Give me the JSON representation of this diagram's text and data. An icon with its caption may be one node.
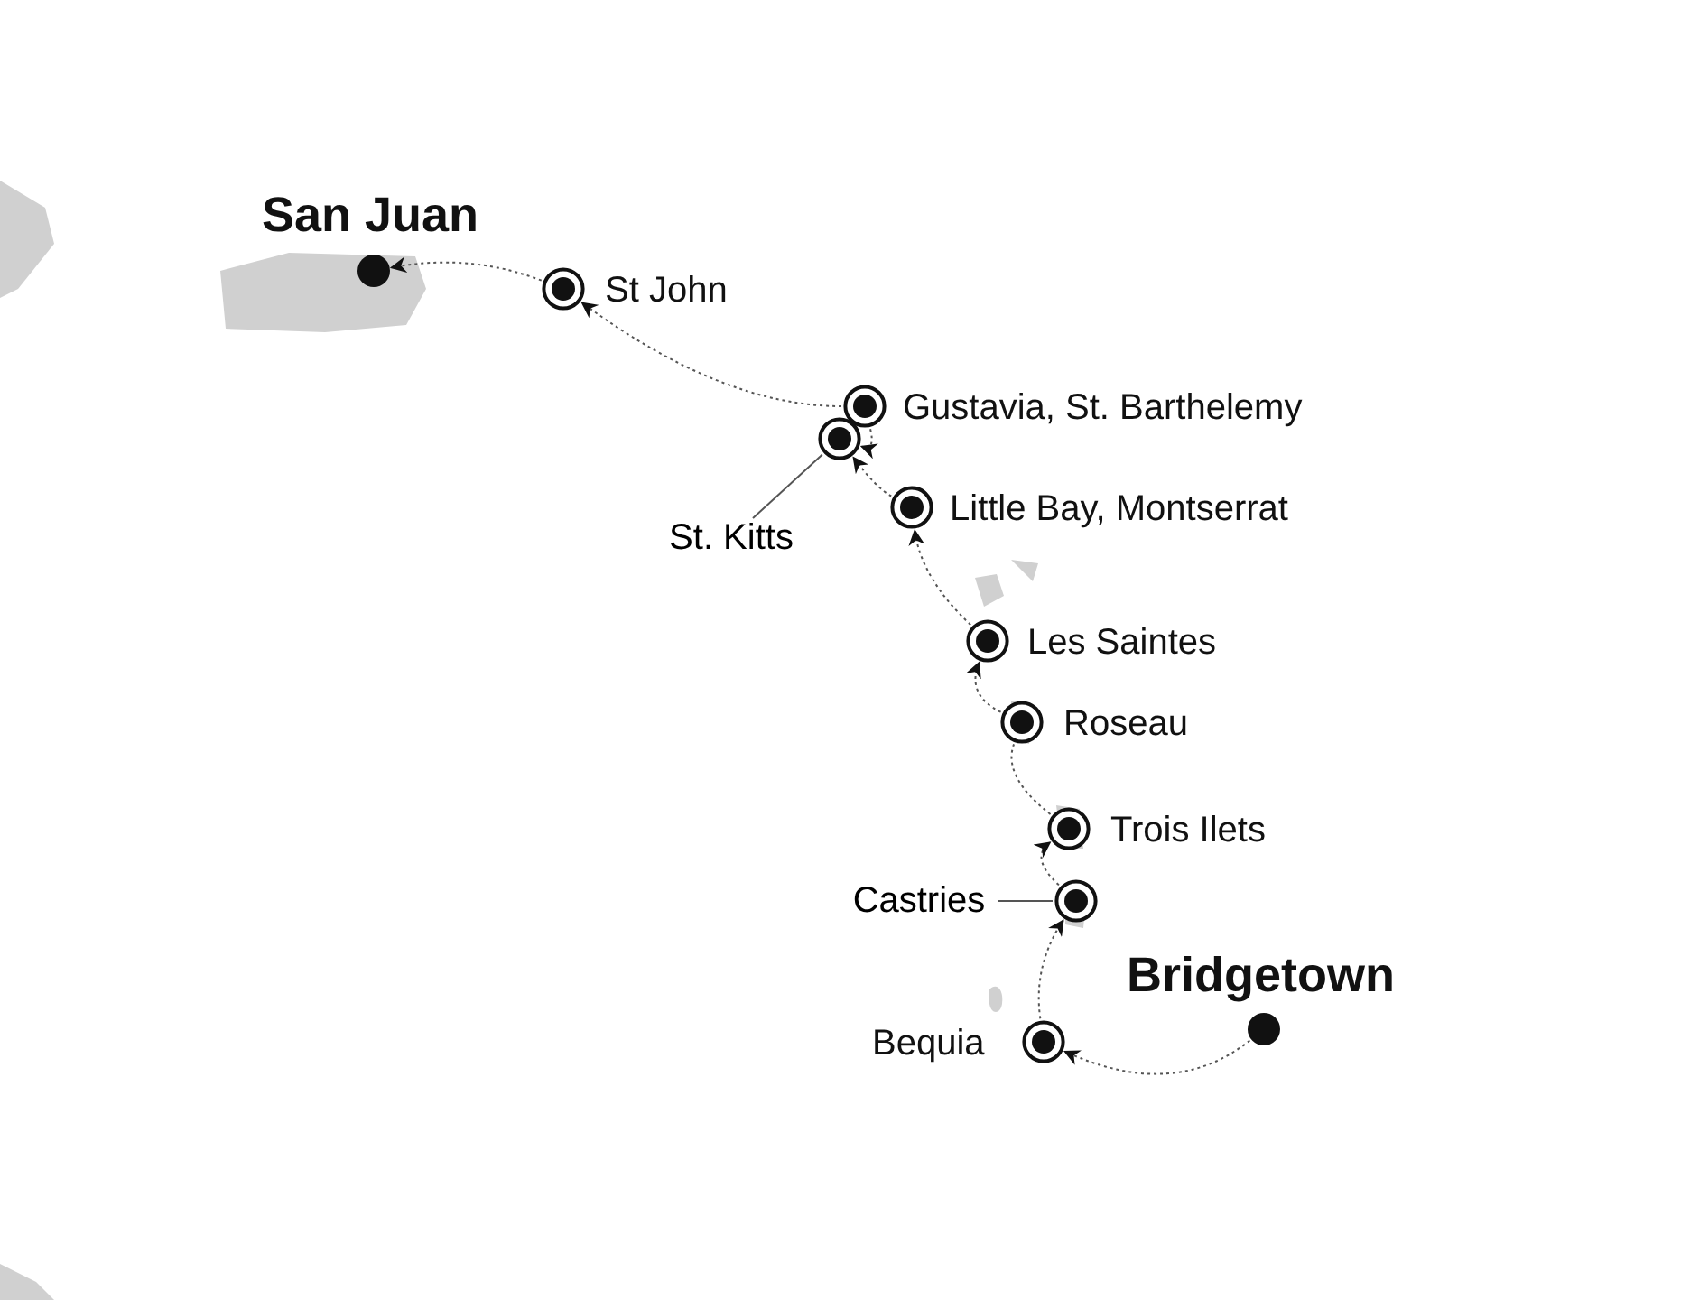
{
  "diagram": {
    "nodes": [
      {
        "text": [],
        "shape": "circle",
        "beside": [
          "San Juan"
        ]
      },
      {
        "text": [],
        "shape": "circle",
        "beside": [
          "St John"
        ]
      },
      {
        "text": [],
        "shape": "circle",
        "beside": [
          "Gustavia, St. Barthelemy"
        ]
      },
      {
        "text": [],
        "shape": "circle"
      },
      {
        "text": [
          "St. Kitts"
        ]
      },
      {
        "text": [],
        "shape": "circle",
        "beside": [
          "Little Bay, Montserrat"
        ]
      },
      {
        "text": [],
        "shape": "circle",
        "beside": [
          "Les Saintes"
        ]
      },
      {
        "text": [],
        "shape": "circle",
        "beside": [
          "Roseau"
        ]
      },
      {
        "text": [],
        "shape": "circle",
        "beside": [
          "Trois Ilets"
        ]
      },
      {
        "text": [],
        "shape": "circle"
      },
      {
        "text": [
          "Castries"
        ]
      },
      {
        "text": [],
        "shape": "circle",
        "beside": [
          "Bequia"
        ]
      },
      {
        "text": [],
        "shape": "circle",
        "beside": [
          "Bridgetown"
        ]
      }
    ],
    "edges": [
      {
        "from": 12,
        "to": 11,
        "arrow": "to",
        "style": "dashed"
      },
      {
        "from": 11,
        "to": 9,
        "arrow": "to",
        "style": "dashed"
      },
      {
        "from": 9,
        "to": 8,
        "arrow": "to",
        "style": "dashed"
      },
      {
        "from": 8,
        "to": 7,
        "arrow": "none",
        "style": "dashed"
      },
      {
        "from": 7,
        "to": 6,
        "arrow": "to",
        "style": "dashed"
      },
      {
        "from": 6,
        "to": 5,
        "arrow": "to",
        "style": "dashed"
      },
      {
        "from": 5,
        "to": 3,
        "arrow": "to",
        "style": "dashed"
      },
      {
        "from": 2,
        "to": 3,
        "arrow": "to",
        "style": "dashed"
      },
      {
        "from": 2,
        "to": 1,
        "arrow": "to",
        "style": "dashed"
      },
      {
        "from": 1,
        "to": 0,
        "arrow": "to",
        "style": "dashed"
      },
      {
        "from": 4,
        "to": 3,
        "arrow": "none"
      },
      {
        "from": 10,
        "to": 9,
        "arrow": "none"
      }
    ]
  }
}
